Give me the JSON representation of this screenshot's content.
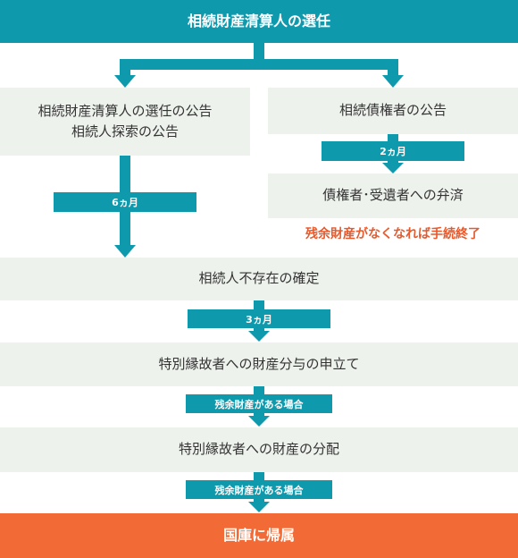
{
  "diagram": {
    "title": "相続財産清算人の選任",
    "left_branch": {
      "line1": "相続財産清算人の選任の公告",
      "line2": "相続人探索の公告",
      "period": "6ヵ月"
    },
    "right_branch": {
      "notice": "相続債権者の公告",
      "period": "2ヵ月",
      "payment": "債権者･受遺者への弁済",
      "warning": "残余財産がなくなれば手続終了"
    },
    "steps": [
      {
        "label": "相続人不存在の確定",
        "badge_after": "3ヵ月"
      },
      {
        "label": "特別縁故者への財産分与の申立て",
        "badge_after": "残余財産がある場合"
      },
      {
        "label": "特別縁故者への財産の分配",
        "badge_after": "残余財産がある場合"
      }
    ],
    "final": "国庫に帰属",
    "colors": {
      "primary": "#0f99ad",
      "box_background": "#eef2ed",
      "final": "#f26a35",
      "warning_text": "#e8592b"
    }
  }
}
